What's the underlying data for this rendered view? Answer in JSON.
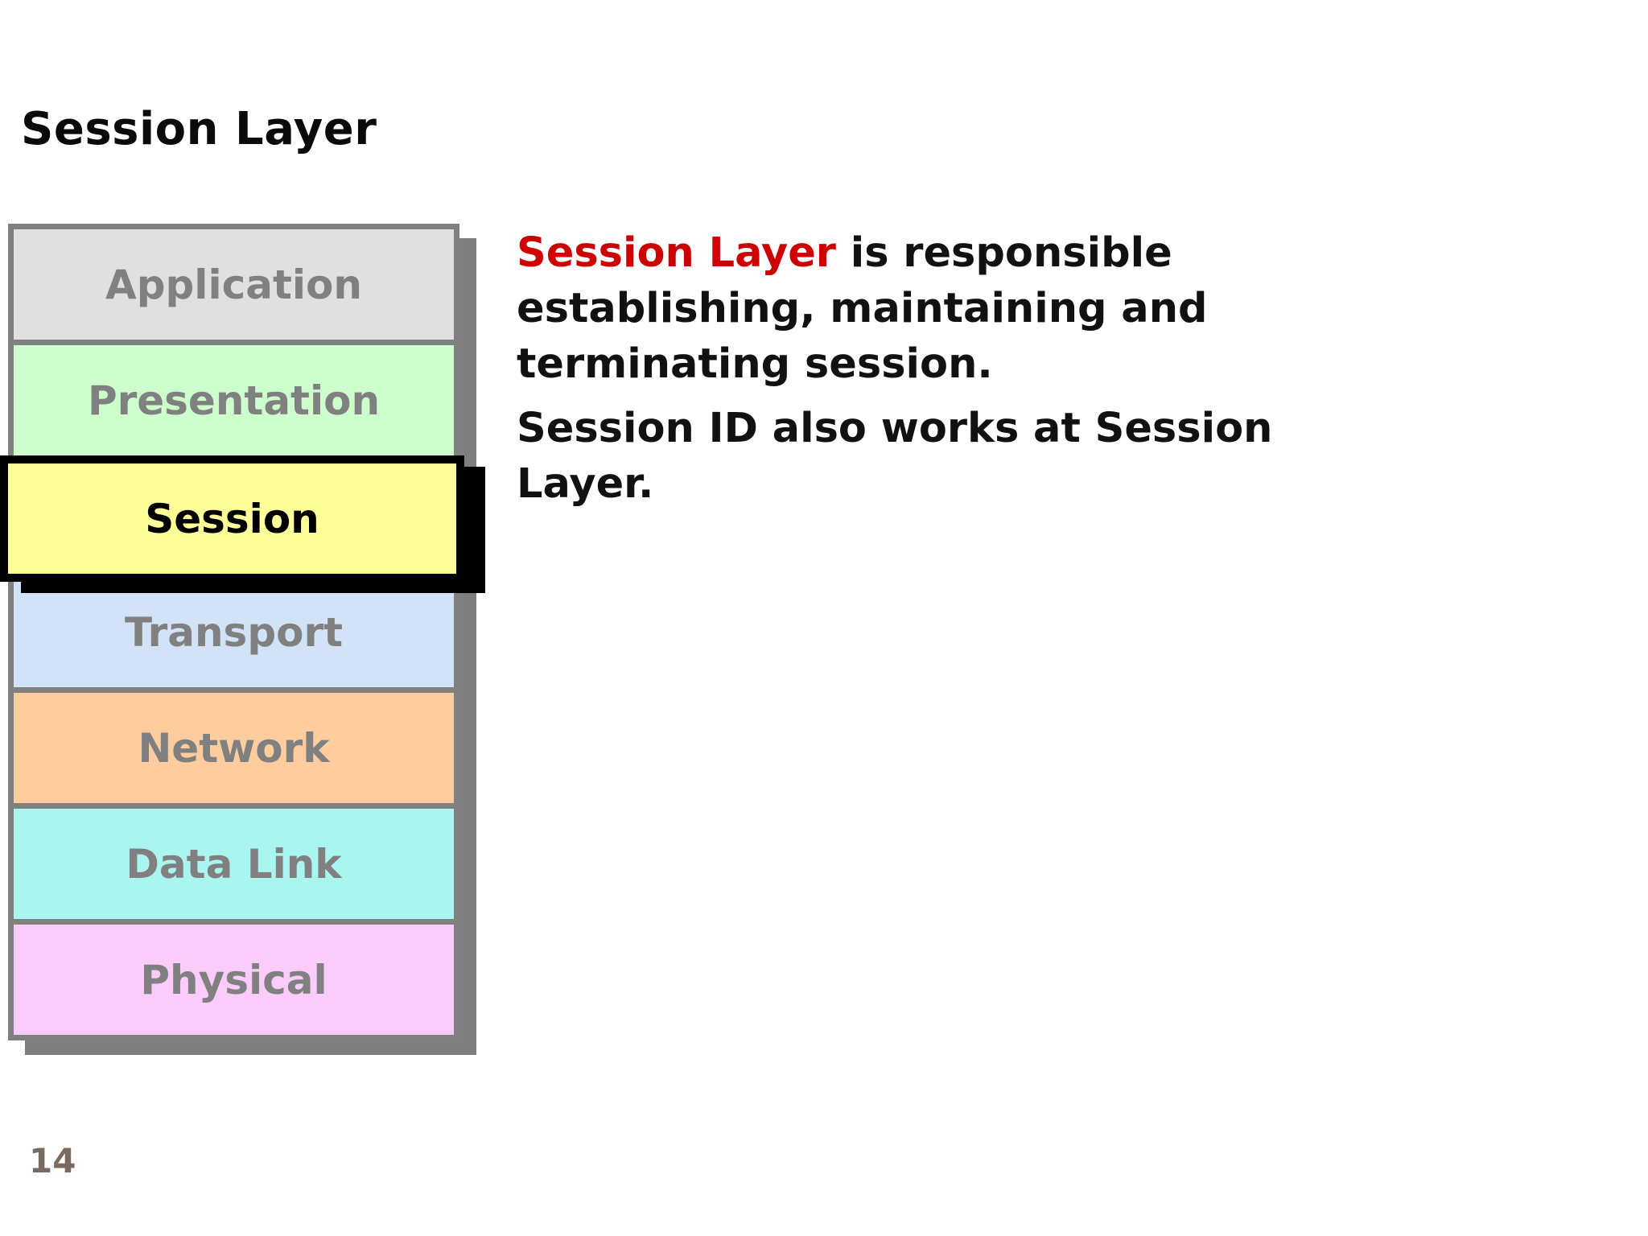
{
  "slide": {
    "title": "Session Layer",
    "page_number": "14",
    "background_color": "#ffffff"
  },
  "osi_stack": {
    "layers": [
      {
        "label": "Application",
        "fill": "#e0e0e0",
        "highlighted": false
      },
      {
        "label": "Presentation",
        "fill": "#ccffcc",
        "highlighted": false
      },
      {
        "label": "Session",
        "fill": "#ffff99",
        "highlighted": true
      },
      {
        "label": "Transport",
        "fill": "#d2e3f8",
        "highlighted": false
      },
      {
        "label": "Network",
        "fill": "#ffcc9e",
        "highlighted": false
      },
      {
        "label": "Data Link",
        "fill": "#aaf5f0",
        "highlighted": false
      },
      {
        "label": "Physical",
        "fill": "#fbccfa",
        "highlighted": false
      }
    ],
    "border_color": "#808080",
    "shadow_color": "#7f7f7f",
    "label_color": "#808080",
    "highlight_border_color": "#000000",
    "highlight_shadow_color": "#000000",
    "highlight_label_color": "#000000"
  },
  "main_text": {
    "accent_color": "#cc0000",
    "text_color": "#111111",
    "para1": {
      "highlight": "Session Layer",
      "line1_rest": " is responsible",
      "line2": "establishing, maintaining and",
      "line3": "terminating session."
    },
    "para2": {
      "line1": "Session ID also works at Session",
      "line2": "Layer."
    }
  }
}
